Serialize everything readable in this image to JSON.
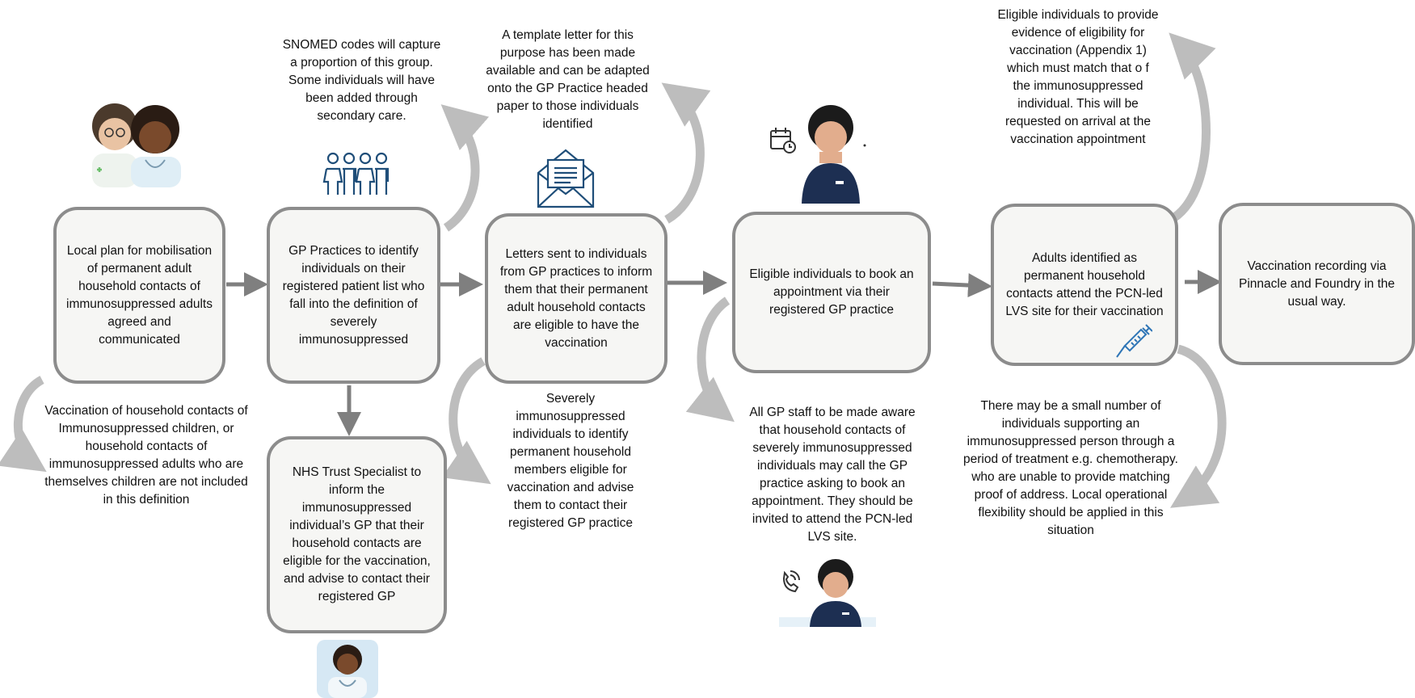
{
  "flow_steps": [
    {
      "id": "local_plan",
      "text": "Local plan for mobilisation of permanent adult household contacts of immunosuppressed adults agreed and communicated"
    },
    {
      "id": "gp_identify",
      "text": "GP Practices to identify individuals on their registered patient list who fall into the definition of severely immunosuppressed"
    },
    {
      "id": "letters_sent",
      "text": "Letters sent to individuals from GP practices to inform them that their permanent adult household contacts are eligible to have the vaccination"
    },
    {
      "id": "book_appointment",
      "text": "Eligible individuals to book an appointment via their registered GP practice"
    },
    {
      "id": "attend_lvs",
      "text": "Adults identified as permanent household contacts attend the PCN-led LVS site for their vaccination"
    },
    {
      "id": "recording",
      "text": "Vaccination recording via Pinnacle and Foundry in the usual way."
    },
    {
      "id": "nhs_trust",
      "text": "NHS Trust Specialist to inform the immunosuppressed individual’s GP that their household contacts are eligible for the vaccination, and advise to contact their registered GP"
    }
  ],
  "notes": {
    "children_exclusion": "Vaccination of household contacts of Immunosuppressed children, or household contacts of immunosuppressed adults who are themselves children  are not included in this definition",
    "snomed": "SNOMED codes will capture a proportion of this group.  Some individuals will have been added through secondary care.",
    "template_letter": "A template letter for this purpose has been made available and can be adapted onto the GP Practice headed paper to those individuals identified",
    "severely_identify": "Severely immunosuppressed individuals to identify permanent household members eligible for vaccination and advise them to contact their registered GP practice",
    "gp_staff_aware": "All GP staff to be made aware that household contacts of severely immunosuppressed individuals may call the GP practice asking to book an appointment.  They should be invited to attend the PCN-led LVS site.",
    "evidence": "Eligible individuals to provide evidence of eligibility for vaccination (Appendix 1) which must match that o f the immunosuppressed individual. This will be requested on arrival at the vaccination appointment",
    "flexibility": "There may be a small number of individuals supporting an immunosuppressed  person through a period of treatment e.g. chemotherapy. who are unable to provide matching proof of address. Local operational flexibility should be applied in this situation"
  },
  "icons": [
    "two-clinicians-icon",
    "family-group-icon",
    "envelope-icon",
    "receptionist-calendar-icon",
    "receptionist-phone-icon",
    "syringe-icon",
    "clinician-icon"
  ],
  "colors": {
    "box_border": "#8c8c8c",
    "box_fill": "#f6f6f4",
    "arrow": "#7f7f7f",
    "curved_arrow": "#bdbdbd",
    "icon_blue": "#1f4e79",
    "syringe_blue": "#2e75b6"
  }
}
